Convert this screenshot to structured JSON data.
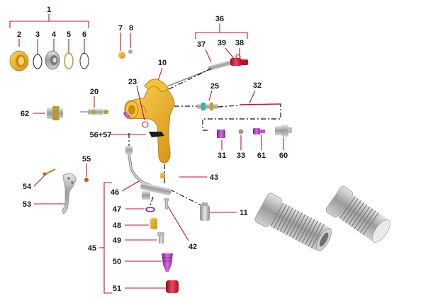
{
  "labels": {
    "l1": "1",
    "l2": "2",
    "l3": "3",
    "l4": "4",
    "l5": "5",
    "l6": "6",
    "l7": "7",
    "l8": "8",
    "l10": "10",
    "l11": "11",
    "l20": "20",
    "l23": "23",
    "l25": "25",
    "l31": "31",
    "l32": "32",
    "l33": "33",
    "l36": "36",
    "l37": "37",
    "l38": "38",
    "l39": "39",
    "l42": "42",
    "l43": "43",
    "l45": "45",
    "l46": "46",
    "l47": "47",
    "l48": "48",
    "l49": "49",
    "l50": "50",
    "l51": "51",
    "l53": "53",
    "l54": "54",
    "l55": "55",
    "l5657": "56+57",
    "l60": "60",
    "l61": "61",
    "l62": "62"
  },
  "colors": {
    "leader": "#c8102e",
    "gun_body": "#f2b01e",
    "brass": "#d9b73a",
    "metal": "#a9a9a9",
    "purple": "#b03ab8",
    "red_part": "#d0182b"
  }
}
